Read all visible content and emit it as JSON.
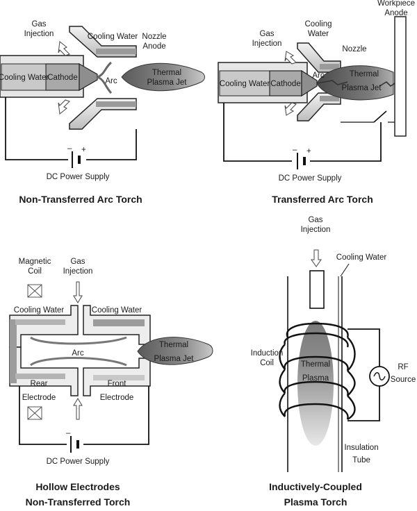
{
  "panels": {
    "non_transferred": {
      "caption": "Non-Transferred Arc Torch",
      "gas_injection": [
        "Gas",
        "Injection"
      ],
      "cooling_water_top": "Cooling Water",
      "nozzle_anode": [
        "Nozzle",
        "Anode"
      ],
      "cooling_water_left": "Cooling Water",
      "cathode": "Cathode",
      "arc": "Arc",
      "plasma_jet": [
        "Thermal",
        "Plasma Jet"
      ],
      "power_supply": "DC Power Supply",
      "minus": "–",
      "plus": "+"
    },
    "transferred": {
      "caption": "Transferred Arc Torch",
      "gas_injection": [
        "Gas",
        "Injection"
      ],
      "cooling_water_top": [
        "Cooling",
        "Water"
      ],
      "nozzle": "Nozzle",
      "workpiece_anode": [
        "Workpiece",
        "Anode"
      ],
      "cooling_water_left": "Cooling Water",
      "cathode": "Cathode",
      "arc": "Arc",
      "plasma_jet": [
        "Thermal",
        "Plasma Jet"
      ],
      "power_supply": "DC Power Supply",
      "minus": "–",
      "plus": "+"
    },
    "hollow": {
      "caption": [
        "Hollow Electrodes",
        "Non-Transferred Torch"
      ],
      "magnetic_coil": [
        "Magnetic",
        "Coil"
      ],
      "gas_injection": [
        "Gas",
        "Injection"
      ],
      "cooling_water_left": "Cooling Water",
      "cooling_water_right": "Cooling Water",
      "arc": "Arc",
      "plasma_jet": [
        "Thermal",
        "Plasma Jet"
      ],
      "rear_electrode": [
        "Rear",
        "Electrode"
      ],
      "front_electrode": [
        "Front",
        "Electrode"
      ],
      "power_supply": "DC Power Supply",
      "minus": "–"
    },
    "inductive": {
      "caption": [
        "Inductively-Coupled",
        "Plasma Torch"
      ],
      "gas_injection": [
        "Gas",
        "Injection"
      ],
      "cooling_water": "Cooling Water",
      "induction_coil": [
        "Induction",
        "Coil"
      ],
      "thermal_plasma": [
        "Thermal",
        "Plasma"
      ],
      "rf_source": [
        "RF",
        "Source"
      ],
      "insulation_tube": [
        "Insulation",
        "Tube"
      ]
    }
  }
}
